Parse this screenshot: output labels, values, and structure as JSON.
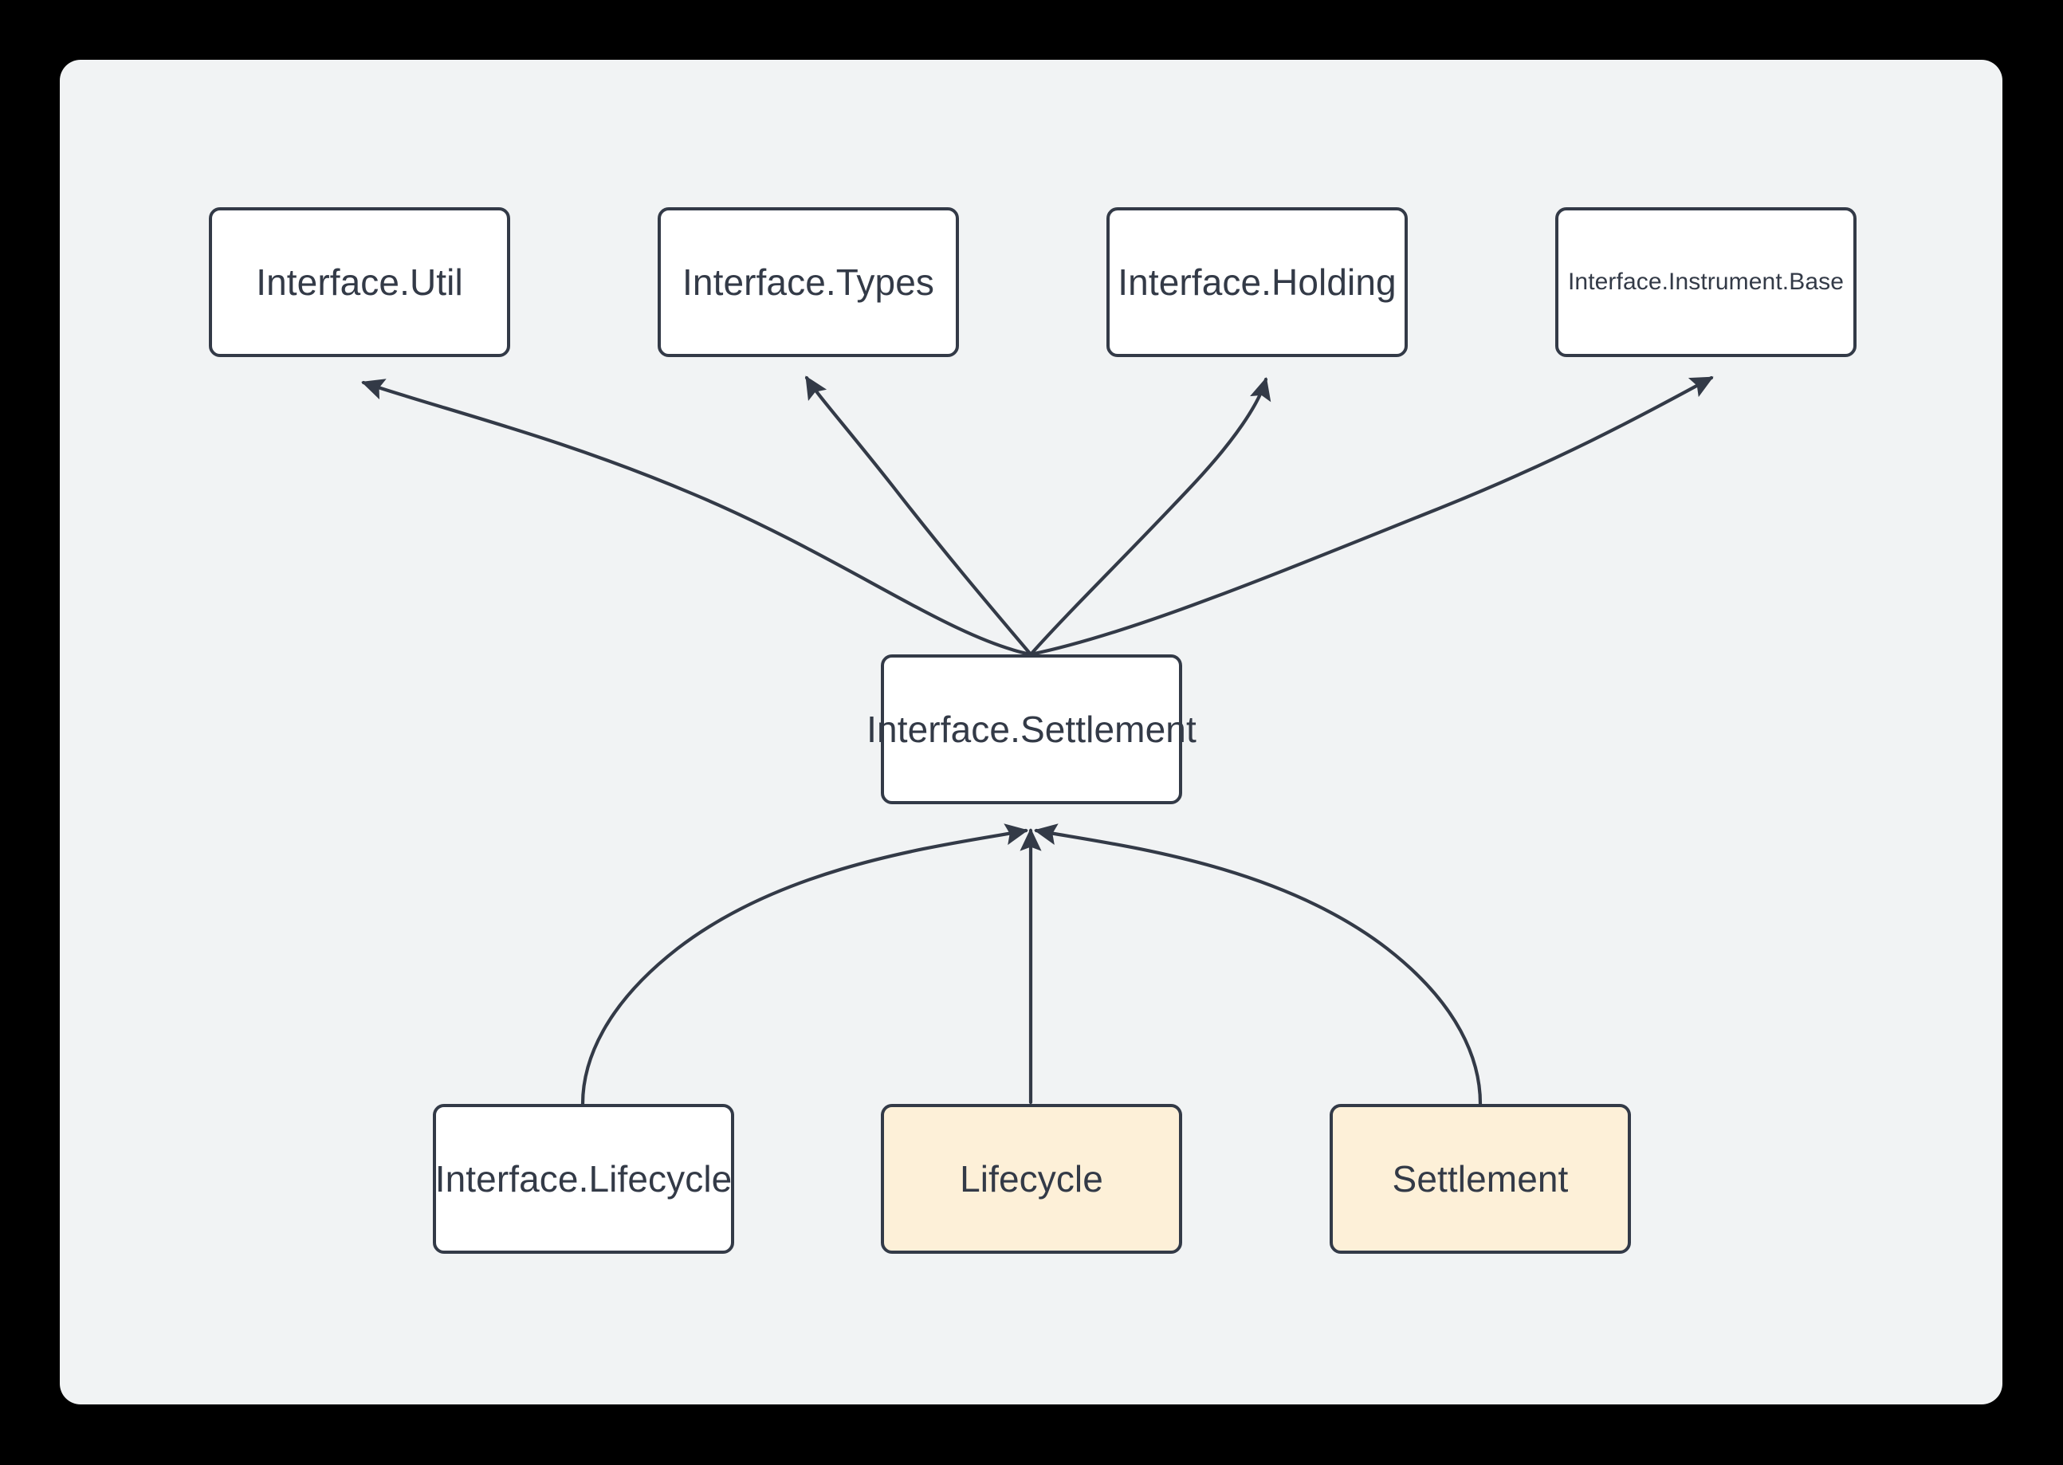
{
  "canvas": {
    "background_color": "#f1f3f4",
    "page_background_color": "#000000",
    "border_radius": 26
  },
  "theme": {
    "node_fill_default": "#ffffff",
    "node_fill_highlight": "#fdf0d8",
    "node_stroke": "#333a47",
    "text_color": "#333a47",
    "edge_stroke": "#333a47"
  },
  "diagram": {
    "type": "dependency-graph",
    "title": "",
    "nodes": [
      {
        "id": "interface-util",
        "label": "Interface.Util",
        "fill": "default",
        "row": "top"
      },
      {
        "id": "interface-types",
        "label": "Interface.Types",
        "fill": "default",
        "row": "top"
      },
      {
        "id": "interface-holding",
        "label": "Interface.Holding",
        "fill": "default",
        "row": "top"
      },
      {
        "id": "interface-instrument-base",
        "label": "Interface.Instrument.Base",
        "fill": "default",
        "row": "top"
      },
      {
        "id": "interface-settlement",
        "label": "Interface.Settlement",
        "fill": "default",
        "row": "middle"
      },
      {
        "id": "interface-lifecycle",
        "label": "Interface.Lifecycle",
        "fill": "default",
        "row": "bottom"
      },
      {
        "id": "lifecycle",
        "label": "Lifecycle",
        "fill": "highlight",
        "row": "bottom"
      },
      {
        "id": "settlement",
        "label": "Settlement",
        "fill": "highlight",
        "row": "bottom"
      }
    ],
    "edges": [
      {
        "from": "interface-settlement",
        "to": "interface-util",
        "arrow": "to"
      },
      {
        "from": "interface-settlement",
        "to": "interface-types",
        "arrow": "to"
      },
      {
        "from": "interface-settlement",
        "to": "interface-holding",
        "arrow": "to"
      },
      {
        "from": "interface-settlement",
        "to": "interface-instrument-base",
        "arrow": "to"
      },
      {
        "from": "interface-lifecycle",
        "to": "interface-settlement",
        "arrow": "to"
      },
      {
        "from": "lifecycle",
        "to": "interface-settlement",
        "arrow": "to"
      },
      {
        "from": "settlement",
        "to": "interface-settlement",
        "arrow": "to"
      }
    ]
  }
}
